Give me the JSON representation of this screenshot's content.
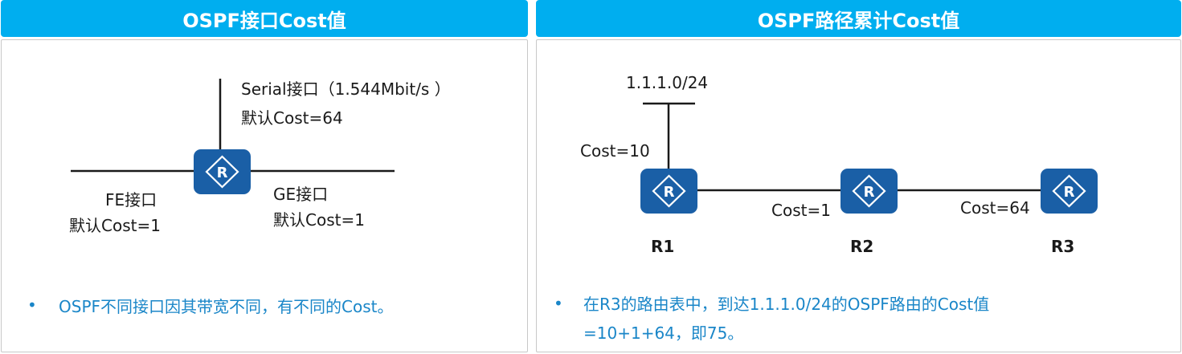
{
  "left": {
    "title": "OSPF接口Cost值",
    "serial_label": "Serial接口（1.544Mbit/s ）",
    "serial_cost": "默认Cost=64",
    "fe_label": "FE接口",
    "fe_cost": "默认Cost=1",
    "ge_label": "GE接口",
    "ge_cost": "默认Cost=1",
    "bullet": "OSPF不同接口因其带宽不同，有不同的Cost。"
  },
  "right": {
    "title": "OSPF路径累计Cost值",
    "network": "1.1.1.0/24",
    "cost_stub": "Cost=10",
    "cost_r1_r2": "Cost=1",
    "cost_r2_r3": "Cost=64",
    "routers": [
      "R1",
      "R2",
      "R3"
    ],
    "bullet_line1": "在R3的路由表中，到达1.1.1.0/24的OSPF路由的Cost值",
    "bullet_line2": "=10+1+64，即75。"
  },
  "router_icon_letter": "R",
  "colors": {
    "header": "#00aeef",
    "router": "#1a5fa6",
    "bullet": "#1a86c8"
  }
}
